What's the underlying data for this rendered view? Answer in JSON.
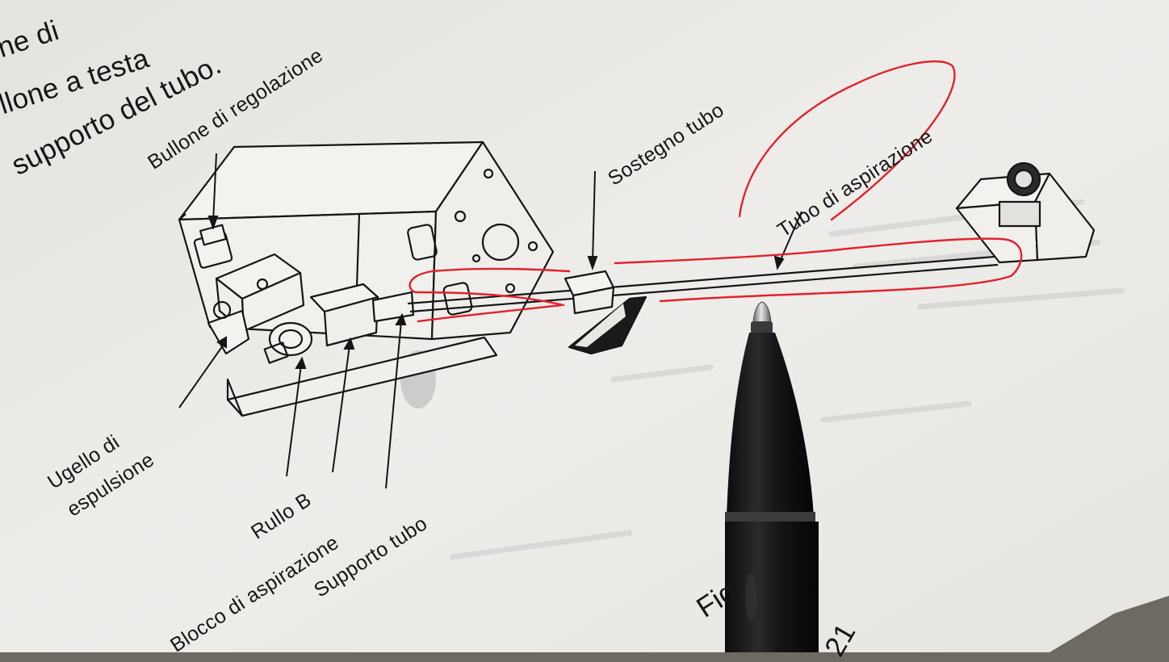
{
  "document_text": {
    "header_line_1": "ne di",
    "header_line_2": "llone a testa",
    "header_line_3": "supporto del tubo.",
    "figure_fragment": "Fig",
    "figure_number_fragment": "21"
  },
  "labels": {
    "bullone_di_regolazione": "Bullone di regolazione",
    "sostegno_tubo": "Sostegno tubo",
    "tubo_di_aspirazione": "Tubo di aspirazione",
    "ugello_line1": "Ugello di",
    "ugello_line2": "espulsione",
    "rullo_b": "Rullo B",
    "blocco_di_aspirazione": "Blocco di aspirazione",
    "supporto_tubo": "Supporto tubo"
  },
  "colors": {
    "paper": "#ecebe7",
    "ink": "#161616",
    "red_marker": "#e0232b",
    "pen_body": "#1a1a1a",
    "background": "#6e6a63"
  },
  "icons": {
    "pen": "ballpoint-pen"
  }
}
